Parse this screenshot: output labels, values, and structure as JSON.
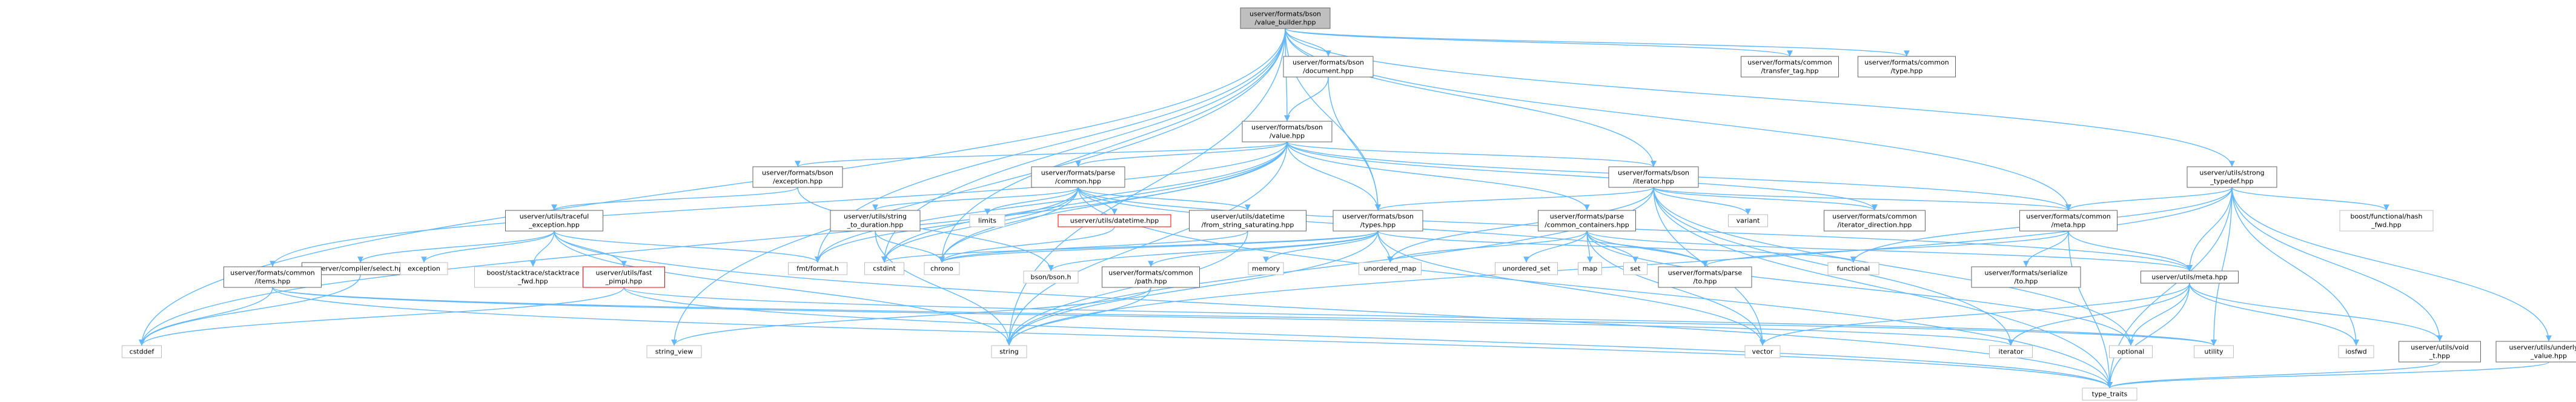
{
  "diagram": {
    "colors": {
      "edge": "#63b8ff",
      "node_fill": "#ffffff",
      "node_border_link": "#666666",
      "node_border_system": "#bfbfbf",
      "root_fill": "#bfbfbf",
      "missing_border": "#ff0000"
    },
    "nodes": [
      {
        "id": "vb",
        "lines": [
          "userver/formats/bson",
          "/value_builder.hpp"
        ],
        "kind": "root"
      },
      {
        "id": "doc",
        "lines": [
          "userver/formats/bson",
          "/document.hpp"
        ],
        "kind": "link"
      },
      {
        "id": "transfer",
        "lines": [
          "userver/formats/common",
          "/transfer_tag.hpp"
        ],
        "kind": "link"
      },
      {
        "id": "ctype",
        "lines": [
          "userver/formats/common",
          "/type.hpp"
        ],
        "kind": "link"
      },
      {
        "id": "value",
        "lines": [
          "userver/formats/bson",
          "/value.hpp"
        ],
        "kind": "link"
      },
      {
        "id": "strong",
        "lines": [
          "userver/utils/strong",
          "_typedef.hpp"
        ],
        "kind": "link"
      },
      {
        "id": "exc",
        "lines": [
          "userver/formats/bson",
          "/exception.hpp"
        ],
        "kind": "link"
      },
      {
        "id": "pcommon",
        "lines": [
          "userver/formats/parse",
          "/common.hpp"
        ],
        "kind": "link"
      },
      {
        "id": "iter",
        "lines": [
          "userver/formats/bson",
          "/iterator.hpp"
        ],
        "kind": "link"
      },
      {
        "id": "traceful",
        "lines": [
          "userver/utils/traceful",
          "_exception.hpp"
        ],
        "kind": "link"
      },
      {
        "id": "limits",
        "lines": [
          "limits"
        ],
        "kind": "system"
      },
      {
        "id": "dtime",
        "lines": [
          "userver/utils/datetime.hpp"
        ],
        "kind": "red"
      },
      {
        "id": "s2d",
        "lines": [
          "userver/utils/string",
          "_to_duration.hpp"
        ],
        "kind": "link"
      },
      {
        "id": "dtsat",
        "lines": [
          "userver/utils/datetime",
          "/from_string_saturating.hpp"
        ],
        "kind": "link"
      },
      {
        "id": "types",
        "lines": [
          "userver/formats/bson",
          "/types.hpp"
        ],
        "kind": "link"
      },
      {
        "id": "pcont",
        "lines": [
          "userver/formats/parse",
          "/common_containers.hpp"
        ],
        "kind": "link"
      },
      {
        "id": "variant",
        "lines": [
          "variant"
        ],
        "kind": "system"
      },
      {
        "id": "iterdir",
        "lines": [
          "userver/formats/common",
          "/iterator_direction.hpp"
        ],
        "kind": "link"
      },
      {
        "id": "cmeta",
        "lines": [
          "userver/formats/common",
          "/meta.hpp"
        ],
        "kind": "link"
      },
      {
        "id": "flathash",
        "lines": [
          "boost/functional/hash",
          "_fwd.hpp"
        ],
        "kind": "system"
      },
      {
        "id": "select",
        "lines": [
          "userver/compiler/select.hpp"
        ],
        "kind": "link"
      },
      {
        "id": "citems",
        "lines": [
          "userver/formats/common",
          "/items.hpp"
        ],
        "kind": "link"
      },
      {
        "id": "exception",
        "lines": [
          "exception"
        ],
        "kind": "system"
      },
      {
        "id": "stacktrace",
        "lines": [
          "boost/stacktrace/stacktrace",
          "_fwd.hpp"
        ],
        "kind": "system"
      },
      {
        "id": "fastpimpl",
        "lines": [
          "userver/utils/fast",
          "_pimpl.hpp"
        ],
        "kind": "red"
      },
      {
        "id": "fmt",
        "lines": [
          "fmt/format.h"
        ],
        "kind": "system"
      },
      {
        "id": "cstdint",
        "lines": [
          "cstdint"
        ],
        "kind": "system"
      },
      {
        "id": "chrono",
        "lines": [
          "chrono"
        ],
        "kind": "system"
      },
      {
        "id": "bsonh",
        "lines": [
          "bson/bson.h"
        ],
        "kind": "system"
      },
      {
        "id": "cpath",
        "lines": [
          "userver/formats/common",
          "/path.hpp"
        ],
        "kind": "link"
      },
      {
        "id": "memory",
        "lines": [
          "memory"
        ],
        "kind": "system"
      },
      {
        "id": "umap",
        "lines": [
          "unordered_map"
        ],
        "kind": "system"
      },
      {
        "id": "uset",
        "lines": [
          "unordered_set"
        ],
        "kind": "system"
      },
      {
        "id": "map",
        "lines": [
          "map"
        ],
        "kind": "system"
      },
      {
        "id": "set",
        "lines": [
          "set"
        ],
        "kind": "system"
      },
      {
        "id": "pto",
        "lines": [
          "userver/formats/parse",
          "/to.hpp"
        ],
        "kind": "link"
      },
      {
        "id": "functional",
        "lines": [
          "functional"
        ],
        "kind": "system"
      },
      {
        "id": "sto",
        "lines": [
          "userver/formats/serialize",
          "/to.hpp"
        ],
        "kind": "link"
      },
      {
        "id": "umeta",
        "lines": [
          "userver/utils/meta.hpp"
        ],
        "kind": "link"
      },
      {
        "id": "cstddef",
        "lines": [
          "cstddef"
        ],
        "kind": "system"
      },
      {
        "id": "sview",
        "lines": [
          "string_view"
        ],
        "kind": "system"
      },
      {
        "id": "string",
        "lines": [
          "string"
        ],
        "kind": "system"
      },
      {
        "id": "vector",
        "lines": [
          "vector"
        ],
        "kind": "system"
      },
      {
        "id": "iterator",
        "lines": [
          "iterator"
        ],
        "kind": "system"
      },
      {
        "id": "optional",
        "lines": [
          "optional"
        ],
        "kind": "system"
      },
      {
        "id": "utility",
        "lines": [
          "utility"
        ],
        "kind": "system"
      },
      {
        "id": "iosfwd",
        "lines": [
          "iosfwd"
        ],
        "kind": "system"
      },
      {
        "id": "voidt",
        "lines": [
          "userver/utils/void",
          "_t.hpp"
        ],
        "kind": "link"
      },
      {
        "id": "uval",
        "lines": [
          "userver/utils/underlying",
          "_value.hpp"
        ],
        "kind": "link"
      },
      {
        "id": "ttraits",
        "lines": [
          "type_traits"
        ],
        "kind": "system"
      }
    ],
    "edges": [
      [
        "vb",
        "doc"
      ],
      [
        "vb",
        "transfer"
      ],
      [
        "vb",
        "ctype"
      ],
      [
        "vb",
        "value"
      ],
      [
        "vb",
        "strong"
      ],
      [
        "vb",
        "cstddef"
      ],
      [
        "vb",
        "sview"
      ],
      [
        "vb",
        "string"
      ],
      [
        "vb",
        "chrono"
      ],
      [
        "vb",
        "cstdint"
      ],
      [
        "vb",
        "types"
      ],
      [
        "vb",
        "iter"
      ],
      [
        "vb",
        "cmeta"
      ],
      [
        "vb",
        "fmt"
      ],
      [
        "doc",
        "value"
      ],
      [
        "doc",
        "types"
      ],
      [
        "value",
        "exc"
      ],
      [
        "value",
        "pcommon"
      ],
      [
        "value",
        "iter"
      ],
      [
        "value",
        "types"
      ],
      [
        "value",
        "pcont"
      ],
      [
        "value",
        "citems"
      ],
      [
        "value",
        "cmeta"
      ],
      [
        "value",
        "iterdir"
      ],
      [
        "value",
        "cstddef"
      ],
      [
        "value",
        "chrono"
      ],
      [
        "value",
        "cstdint"
      ],
      [
        "value",
        "string"
      ],
      [
        "value",
        "fmt"
      ],
      [
        "exc",
        "traceful"
      ],
      [
        "exc",
        "bsonh"
      ],
      [
        "traceful",
        "select"
      ],
      [
        "traceful",
        "exception"
      ],
      [
        "traceful",
        "stacktrace"
      ],
      [
        "traceful",
        "fastpimpl"
      ],
      [
        "traceful",
        "fmt"
      ],
      [
        "traceful",
        "string"
      ],
      [
        "traceful",
        "ttraits"
      ],
      [
        "select",
        "cstddef"
      ],
      [
        "citems",
        "cstddef"
      ],
      [
        "citems",
        "iterator"
      ],
      [
        "citems",
        "ttraits"
      ],
      [
        "citems",
        "utility"
      ],
      [
        "fastpimpl",
        "cstddef"
      ],
      [
        "fastpimpl",
        "ttraits"
      ],
      [
        "fastpimpl",
        "utility"
      ],
      [
        "pcommon",
        "limits"
      ],
      [
        "pcommon",
        "dtime"
      ],
      [
        "pcommon",
        "s2d"
      ],
      [
        "pcommon",
        "dtsat"
      ],
      [
        "pcommon",
        "chrono"
      ],
      [
        "pcommon",
        "cstdint"
      ],
      [
        "pcommon",
        "fmt"
      ],
      [
        "pcommon",
        "pto"
      ],
      [
        "pcommon",
        "umeta"
      ],
      [
        "pcommon",
        "ttraits"
      ],
      [
        "dtime",
        "chrono"
      ],
      [
        "s2d",
        "chrono"
      ],
      [
        "s2d",
        "string"
      ],
      [
        "dtsat",
        "chrono"
      ],
      [
        "dtsat",
        "string"
      ],
      [
        "iter",
        "types"
      ],
      [
        "iter",
        "variant"
      ],
      [
        "iter",
        "iterdir"
      ],
      [
        "iter",
        "cmeta"
      ],
      [
        "iter",
        "umap"
      ],
      [
        "iter",
        "vector"
      ],
      [
        "iter",
        "iterator"
      ],
      [
        "iter",
        "optional"
      ],
      [
        "iter",
        "string"
      ],
      [
        "iter",
        "ttraits"
      ],
      [
        "types",
        "chrono"
      ],
      [
        "types",
        "cstdint"
      ],
      [
        "types",
        "bsonh"
      ],
      [
        "types",
        "cpath"
      ],
      [
        "types",
        "memory"
      ],
      [
        "types",
        "umap"
      ],
      [
        "types",
        "vector"
      ],
      [
        "types",
        "string"
      ],
      [
        "types",
        "functional"
      ],
      [
        "cpath",
        "string"
      ],
      [
        "cpath",
        "sview"
      ],
      [
        "pcont",
        "umap"
      ],
      [
        "pcont",
        "uset"
      ],
      [
        "pcont",
        "map"
      ],
      [
        "pcont",
        "set"
      ],
      [
        "pcont",
        "vector"
      ],
      [
        "pcont",
        "optional"
      ],
      [
        "pcont",
        "pto"
      ],
      [
        "pcont",
        "umeta"
      ],
      [
        "cmeta",
        "pto"
      ],
      [
        "cmeta",
        "sto"
      ],
      [
        "cmeta",
        "ttraits"
      ],
      [
        "cmeta",
        "umeta"
      ],
      [
        "strong",
        "flathash"
      ],
      [
        "strong",
        "cmeta"
      ],
      [
        "strong",
        "umeta"
      ],
      [
        "strong",
        "voidt"
      ],
      [
        "strong",
        "uval"
      ],
      [
        "strong",
        "iosfwd"
      ],
      [
        "strong",
        "ttraits"
      ],
      [
        "strong",
        "utility"
      ],
      [
        "strong",
        "functional"
      ],
      [
        "strong",
        "string"
      ],
      [
        "umeta",
        "iterator"
      ],
      [
        "umeta",
        "optional"
      ],
      [
        "umeta",
        "vector"
      ],
      [
        "umeta",
        "iosfwd"
      ],
      [
        "umeta",
        "voidt"
      ],
      [
        "umeta",
        "ttraits"
      ],
      [
        "voidt",
        "ttraits"
      ],
      [
        "uval",
        "ttraits"
      ]
    ]
  }
}
